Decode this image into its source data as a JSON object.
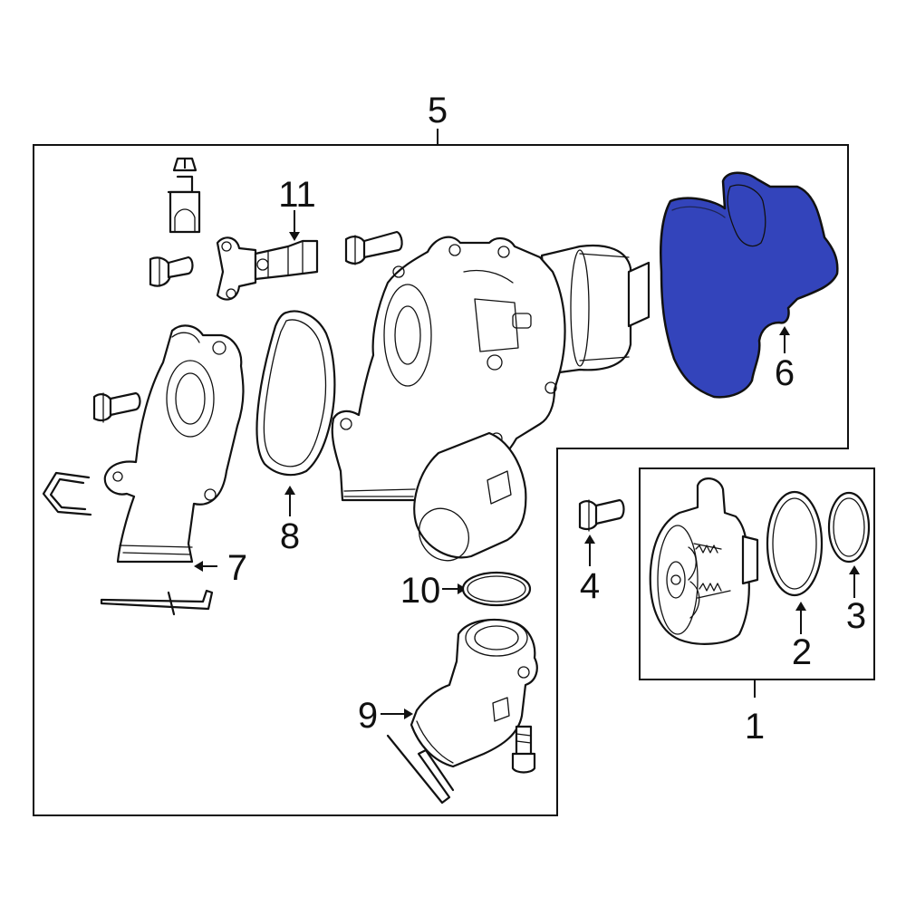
{
  "callouts": {
    "c1": "1",
    "c2": "2",
    "c3": "3",
    "c4": "4",
    "c5": "5",
    "c6": "6",
    "c7": "7",
    "c8": "8",
    "c9": "9",
    "c10": "10",
    "c11": "11"
  },
  "colors": {
    "highlight": "#3344bb",
    "ink": "#111111",
    "background": "#ffffff"
  },
  "highlighted_part": "6"
}
